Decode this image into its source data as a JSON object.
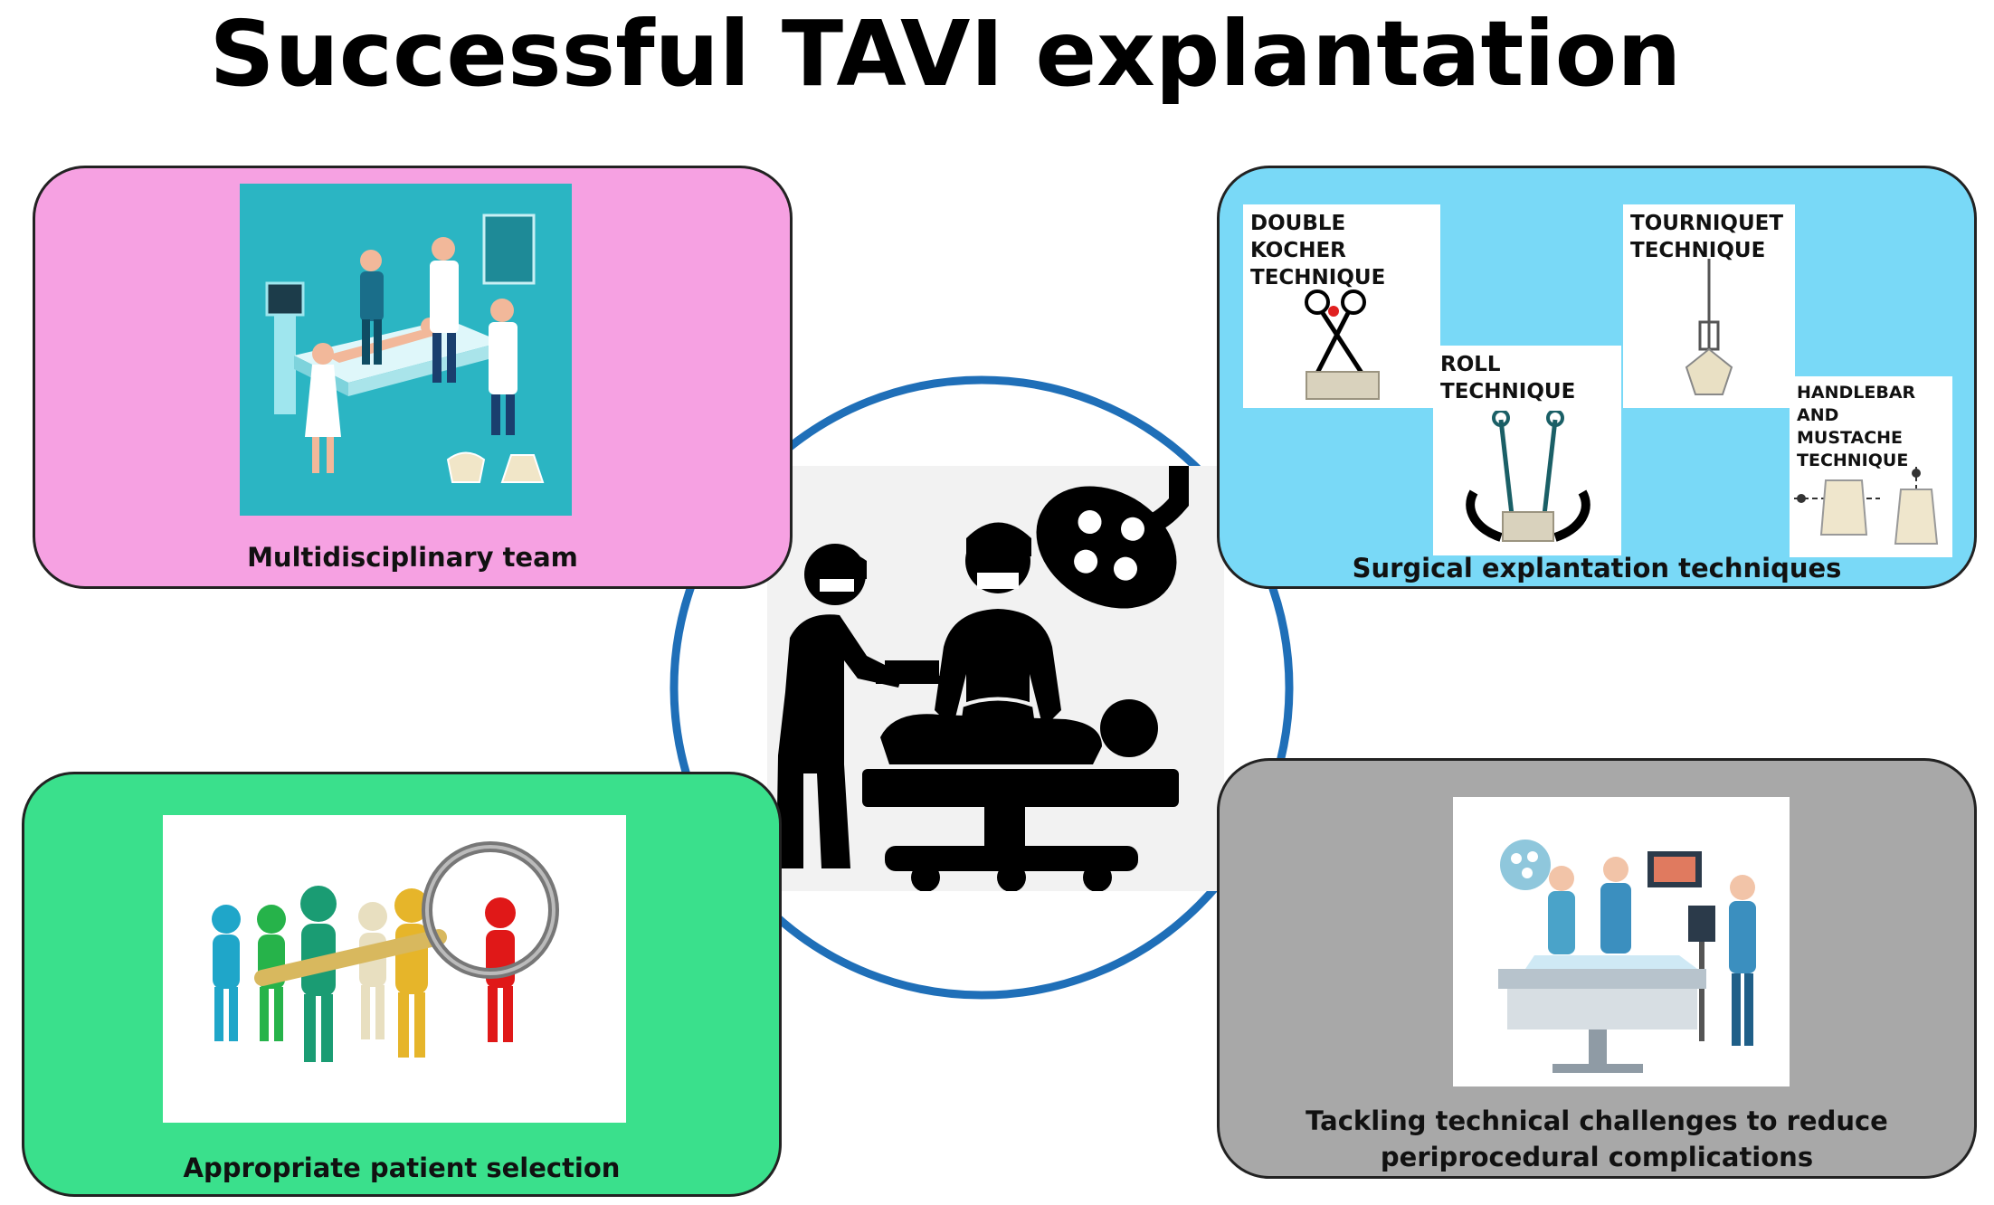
{
  "title": "Successful TAVI explantation",
  "colors": {
    "team_panel": "#f6a1e2",
    "techniques_panel": "#79d9f7",
    "selection_panel": "#3ae08c",
    "challenges_panel": "#a8a8a8",
    "circle": "#1f6fb8",
    "teal_scene": "#2bb5c3"
  },
  "panels": {
    "team": {
      "caption": "Multidisciplinary team"
    },
    "techniques": {
      "caption": "Surgical explantation techniques",
      "items": [
        {
          "label": "DOUBLE KOCHER\nTECHNIQUE"
        },
        {
          "label": "ROLL\nTECHNIQUE"
        },
        {
          "label": "TOURNIQUET\nTECHNIQUE"
        },
        {
          "label": "HANDLEBAR AND\nMUSTACHE\nTECHNIQUE"
        }
      ]
    },
    "selection": {
      "caption": "Appropriate patient selection"
    },
    "challenges": {
      "caption_line1": "Tackling technical challenges to reduce",
      "caption_line2": "periprocedural complications"
    }
  },
  "icons": {
    "center": "surgical-team-operating-icon",
    "team": "medical-team-illustration",
    "selection": "magnifier-people-illustration",
    "challenges": "operating-room-illustration"
  }
}
